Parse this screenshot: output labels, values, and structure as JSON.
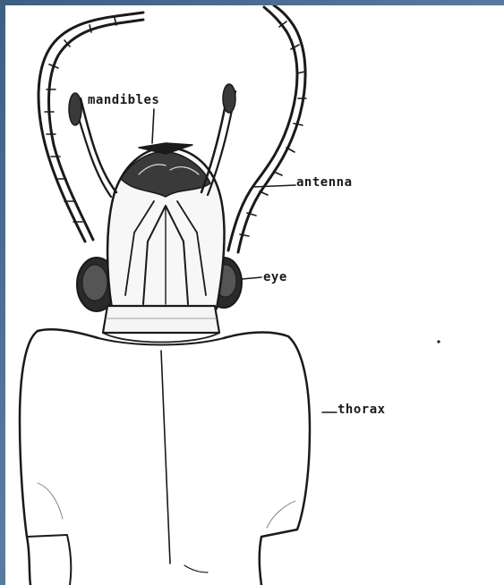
{
  "diagram": {
    "labels": {
      "mandibles": "mandibles",
      "antenna": "antenna",
      "eye": "eye",
      "thorax": "thorax"
    }
  },
  "colors": {
    "frame": "#4a6a8a",
    "paper": "#ffffff",
    "ink": "#1a1a1a"
  }
}
